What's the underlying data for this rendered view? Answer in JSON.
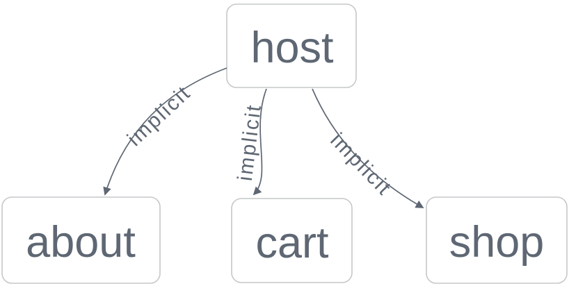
{
  "diagram": {
    "type": "directed-graph",
    "background_color": "#ffffff",
    "node_fill_color": "#ffffff",
    "node_border_color": "#c5c7c9",
    "text_color": "#5e6773",
    "edge_color": "#5e6773",
    "nodes": [
      {
        "id": "host",
        "label": "host"
      },
      {
        "id": "about",
        "label": "about"
      },
      {
        "id": "cart",
        "label": "cart"
      },
      {
        "id": "shop",
        "label": "shop"
      }
    ],
    "edges": [
      {
        "from": "host",
        "to": "about",
        "label": "implicit"
      },
      {
        "from": "host",
        "to": "cart",
        "label": "implicit"
      },
      {
        "from": "host",
        "to": "shop",
        "label": "implicit"
      }
    ]
  }
}
